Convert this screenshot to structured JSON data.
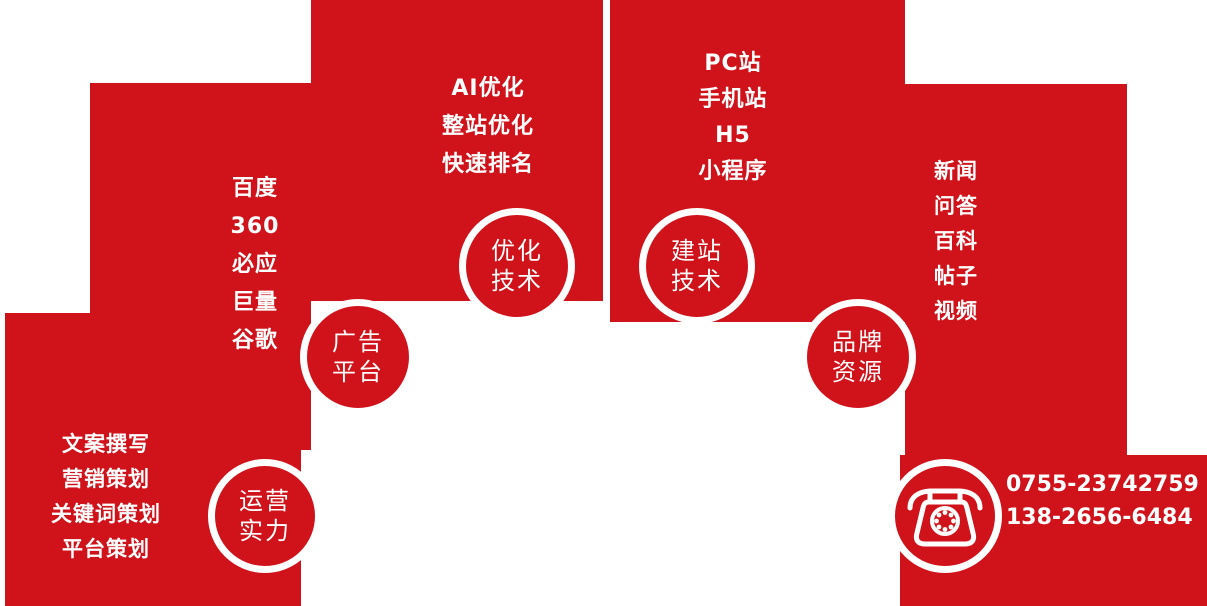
{
  "canvas": {
    "background_color": "#ffffff",
    "accent_red": "#d0121b",
    "text_color": "#ffffff"
  },
  "groups": {
    "ad_platform": {
      "badge_line1": "广告",
      "badge_line2": "平台",
      "items": [
        "百度",
        "360",
        "必应",
        "巨量",
        "谷歌"
      ]
    },
    "operation": {
      "badge_line1": "运营",
      "badge_line2": "实力",
      "items": [
        "文案撰写",
        "营销策划",
        "关键词策划",
        "平台策划"
      ]
    },
    "seo": {
      "badge_line1": "优化",
      "badge_line2": "技术",
      "items": [
        "AI优化",
        "整站优化",
        "快速排名"
      ]
    },
    "website": {
      "badge_line1": "建站",
      "badge_line2": "技术",
      "items": [
        "PC站",
        "手机站",
        "H5",
        "小程序"
      ]
    },
    "brand": {
      "badge_line1": "品牌",
      "badge_line2": "资源",
      "items": [
        "新闻",
        "问答",
        "百科",
        "帖子",
        "视频"
      ]
    },
    "contact": {
      "icon": "telephone-icon",
      "phone1": "0755-23742759",
      "phone2": "138-2656-6484"
    }
  }
}
